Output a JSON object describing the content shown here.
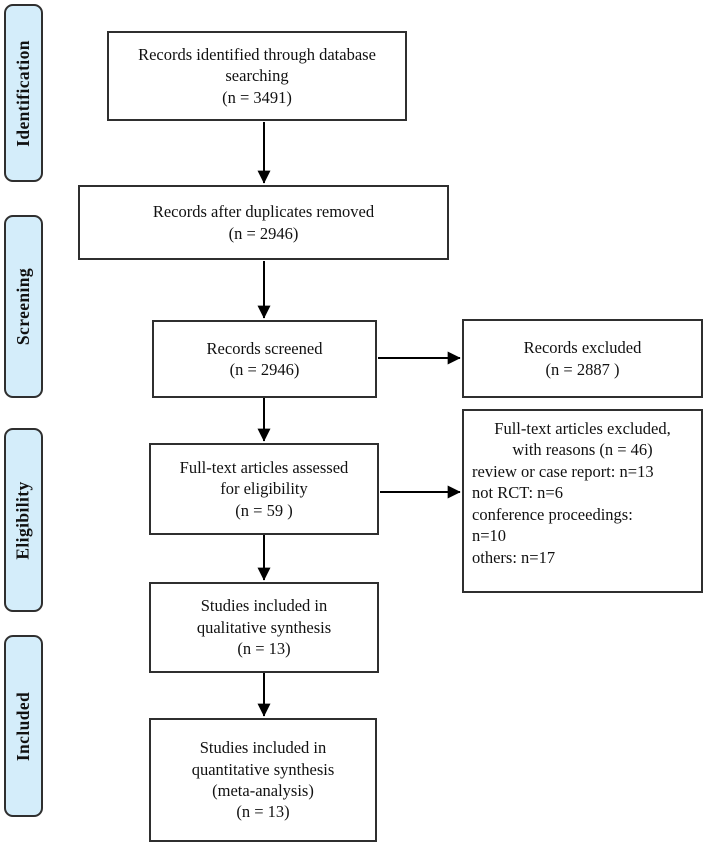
{
  "colors": {
    "stage_fill": "#d4edfa",
    "line_color": "#2f2f2f",
    "arrow_color": "#000000"
  },
  "stages": [
    {
      "label": "Identification"
    },
    {
      "label": "Screening"
    },
    {
      "label": "Eligibility"
    },
    {
      "label": "Included"
    }
  ],
  "boxes": {
    "records_identified": "Records identified through database\nsearching\n(n = 3491)",
    "duplicates_removed": "Records after duplicates removed\n(n = 2946)",
    "records_screened": "Records screened\n(n = 2946)",
    "records_excluded": "Records excluded\n(n = 2887 )",
    "fulltext_assessed": "Full-text articles assessed\nfor eligibility\n(n = 59 )",
    "fulltext_excluded_header": "Full-text articles excluded,\nwith reasons (n = 46)",
    "fulltext_excluded_reasons": "review or case report: n=13\nnot RCT: n=6\nconference proceedings:\nn=10\nothers: n=17",
    "qualitative_synthesis": "Studies included in\nqualitative synthesis\n(n = 13)",
    "quantitative_synthesis": "Studies included in\nquantitative synthesis\n(meta-analysis)\n(n = 13)"
  }
}
